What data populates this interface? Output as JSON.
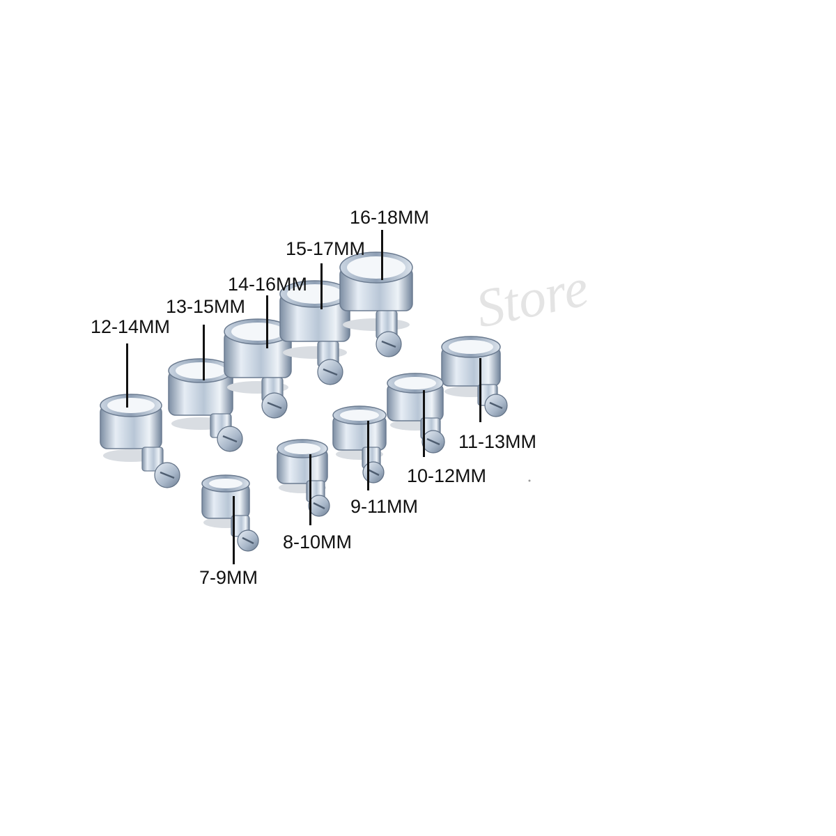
{
  "product": {
    "watermark_text": "Store",
    "clamps": [
      {
        "id": "c12",
        "label": "12-14MM"
      },
      {
        "id": "c13",
        "label": "13-15MM"
      },
      {
        "id": "c14",
        "label": "14-16MM"
      },
      {
        "id": "c15",
        "label": "15-17MM"
      },
      {
        "id": "c16",
        "label": "16-18MM"
      },
      {
        "id": "c11",
        "label": "11-13MM"
      },
      {
        "id": "c10",
        "label": "10-12MM"
      },
      {
        "id": "c9",
        "label": "9-11MM"
      },
      {
        "id": "c8",
        "label": "8-10MM"
      },
      {
        "id": "c7",
        "label": "7-9MM"
      }
    ]
  },
  "colors": {
    "metal_light": "#e3eaf2",
    "metal_mid": "#b3c1d1",
    "metal_dark": "#6f8094",
    "text": "#111111",
    "background": "#ffffff"
  }
}
